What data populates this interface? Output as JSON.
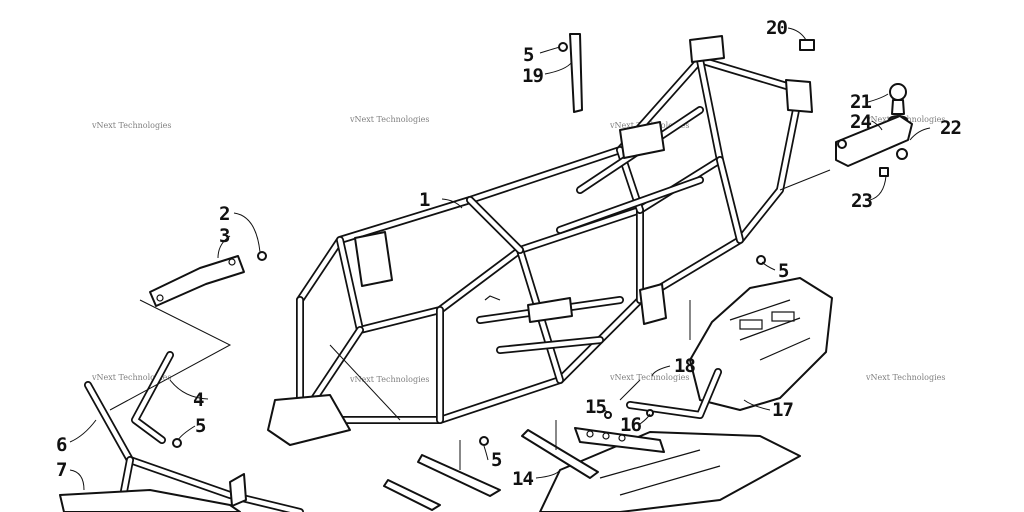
{
  "watermark": "vNext Technologies",
  "callouts": {
    "c1": "1",
    "c2": "2",
    "c3": "3",
    "c4": "4",
    "c5a": "5",
    "c5b": "5",
    "c5c": "5",
    "c5d": "5",
    "c6": "6",
    "c7": "7",
    "c14": "14",
    "c15": "15",
    "c16": "16",
    "c17": "17",
    "c18": "18",
    "c19": "19",
    "c20": "20",
    "c21": "21",
    "c22": "22",
    "c23": "23",
    "c24": "24"
  }
}
